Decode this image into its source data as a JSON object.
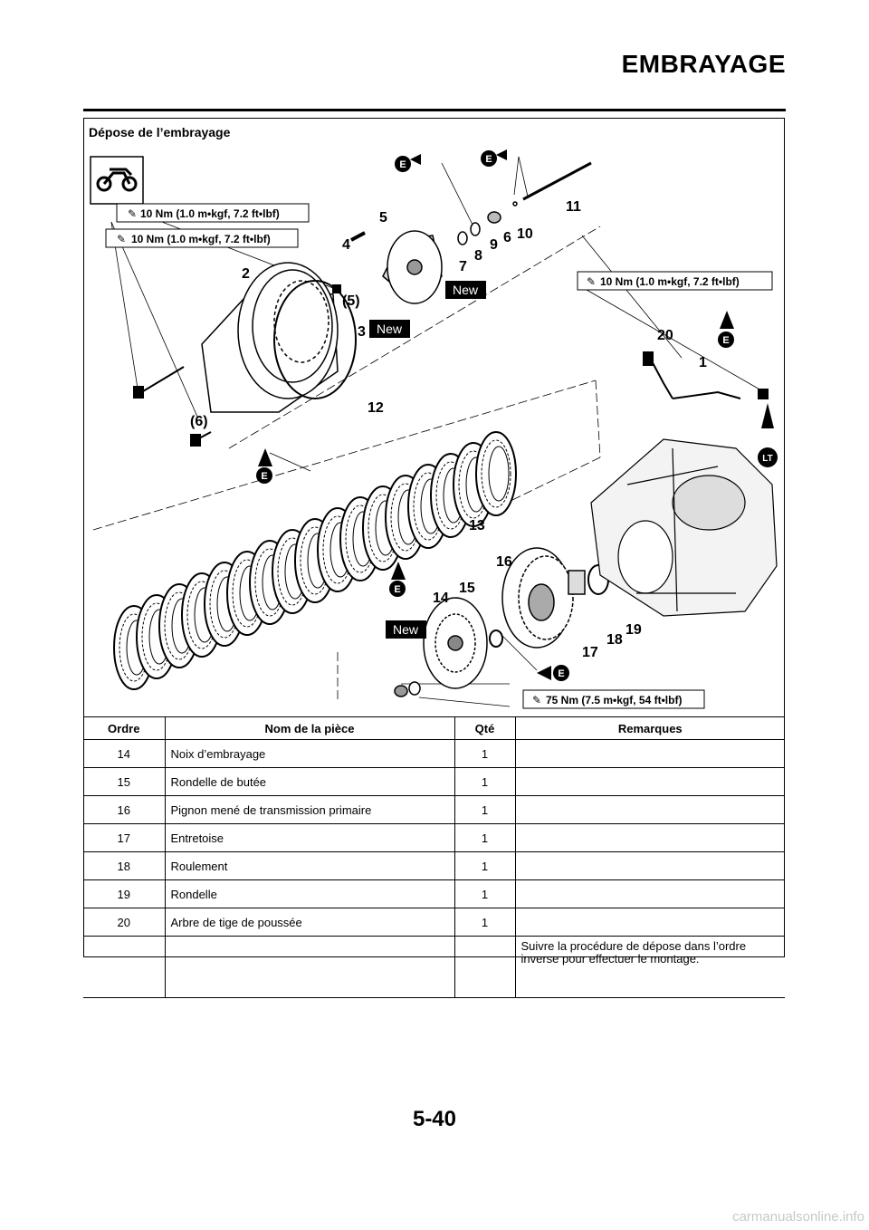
{
  "header": {
    "title": "EMBRAYAGE"
  },
  "section": {
    "title": "Dépose de l’embrayage"
  },
  "diagram": {
    "torque_labels": [
      "10 Nm (1.0 m•kgf, 7.2 ft•lbf)",
      "10 Nm (1.0 m•kgf, 7.2 ft•lbf)",
      "10 Nm (1.0 m•kgf, 7.2 ft•lbf)",
      "75 Nm (7.5 m•kgf, 54 ft•lbf)"
    ],
    "new_label": "New",
    "oil_mark": "E",
    "locktite_mark": "LT",
    "callouts": [
      "1",
      "2",
      "3",
      "4",
      "5",
      "6",
      "7",
      "8",
      "9",
      "10",
      "11",
      "12",
      "13",
      "14",
      "15",
      "16",
      "17",
      "18",
      "19",
      "20",
      "(5)",
      "(6)"
    ],
    "icons": [
      "motorcycle-icon",
      "torque-wrench-icon",
      "oil-can-icon",
      "locktite-icon"
    ]
  },
  "table": {
    "headers": [
      "Ordre",
      "Nom de la pièce",
      "Qté",
      "Remarques"
    ],
    "rows": [
      [
        "14",
        "Noix d’embrayage",
        "1",
        ""
      ],
      [
        "15",
        "Rondelle de butée",
        "1",
        ""
      ],
      [
        "16",
        "Pignon mené de transmission primaire",
        "1",
        ""
      ],
      [
        "17",
        "Entretoise",
        "1",
        ""
      ],
      [
        "18",
        "Roulement",
        "1",
        ""
      ],
      [
        "19",
        "Rondelle",
        "1",
        ""
      ],
      [
        "20",
        "Arbre de tige de poussée",
        "1",
        ""
      ]
    ],
    "note": "Suivre la procédure de dépose dans l’ordre inverse pour effectuer le montage."
  },
  "footer": {
    "page_number": "5-40",
    "watermark": "carmanualsonline.info"
  }
}
